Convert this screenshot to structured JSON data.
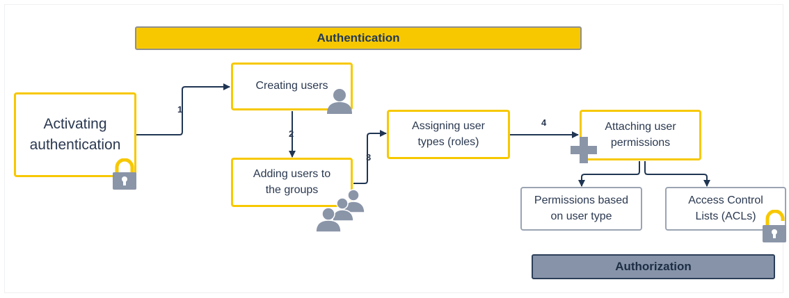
{
  "banners": {
    "authentication": "Authentication",
    "authorization": "Authorization"
  },
  "nodes": {
    "activating": "Activating\nauthentication",
    "creating_users": "Creating users",
    "adding_users": "Adding users to\nthe groups",
    "assigning_types": "Assigning user\ntypes (roles)",
    "attaching_perms": "Attaching user\npermissions",
    "perms_user_type": "Permissions based\non user type",
    "acls": "Access Control\nLists (ACLs)"
  },
  "steps": {
    "s1": "1",
    "s2": "2",
    "s3": "3",
    "s4": "4"
  },
  "icons": {
    "activating": "padlock-closed-icon",
    "creating_users": "user-icon",
    "adding_users": "user-group-icon",
    "attaching_perms": "plus-icon",
    "acls": "padlock-open-icon"
  },
  "colors": {
    "accent_yellow": "#f7c800",
    "navy": "#1f3552",
    "icon_grey": "#8a95a8",
    "authorization_fill": "#8693a8",
    "box_text": "#2a3850"
  }
}
